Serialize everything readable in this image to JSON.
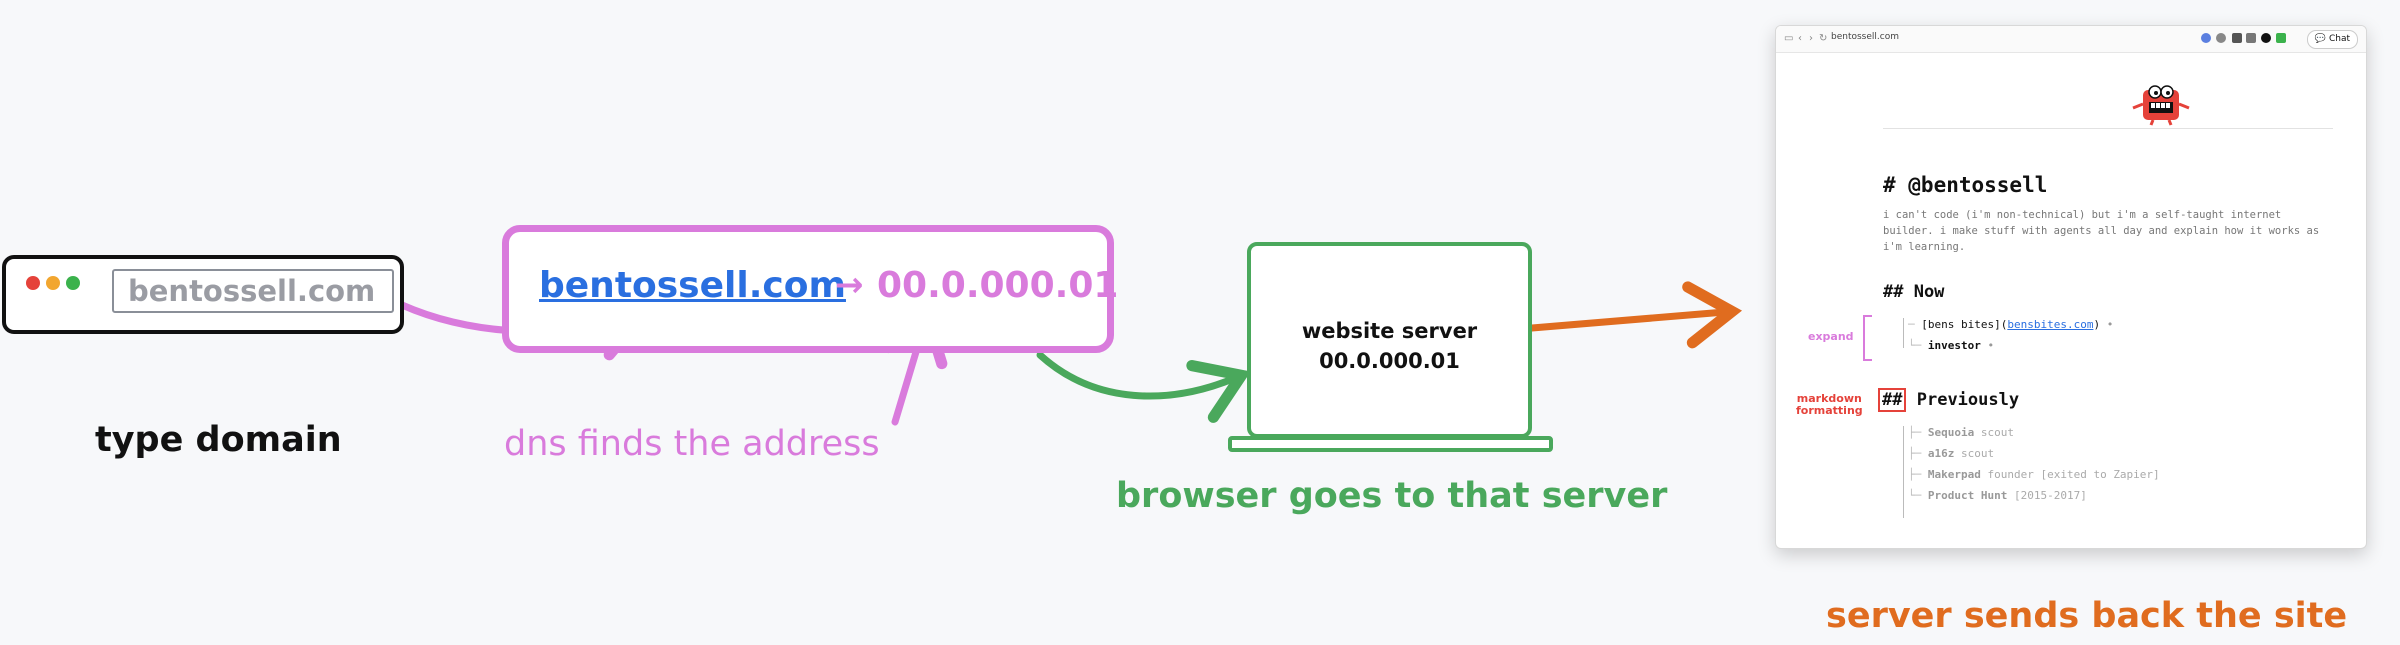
{
  "step1": {
    "url": "bentossell.com",
    "caption": "type domain"
  },
  "step2": {
    "domain": "bentossell.com",
    "arrow": "→",
    "ip": "00.0.000.01",
    "caption": "dns finds the address"
  },
  "step3": {
    "line1": "website server",
    "line2": "00.0.000.01",
    "caption": "browser goes to that server"
  },
  "step4": {
    "caption": "server sends back the site",
    "browser": {
      "url": "bentossell.com",
      "chat": "Chat"
    },
    "heading": "# @bentossell",
    "bio": "i can't code (i'm non-technical) but i'm a self-taught internet builder. i make stuff with agents all day and explain how it works as i'm learning.",
    "now_heading": "## Now",
    "now_items": [
      {
        "prefix": "[bens bites](",
        "link": "bensbites.com",
        "suffix": ")",
        "dot": "•"
      },
      {
        "label": "investor",
        "dot": "•"
      }
    ],
    "prev_heading_marker": "##",
    "prev_heading": "Previously",
    "previous": [
      {
        "name": "Sequoia",
        "role": "scout"
      },
      {
        "name": "a16z",
        "role": "scout"
      },
      {
        "name": "Makerpad",
        "role": "founder [exited to Zapier]"
      },
      {
        "name": "Product Hunt",
        "role": "[2015-2017]"
      }
    ],
    "annotations": {
      "expand": "expand",
      "markdown_1": "markdown",
      "markdown_2": "formatting"
    }
  },
  "colors": {
    "pink": "#d97bdc",
    "green": "#4aa85c",
    "orange": "#e06c1f",
    "link": "#2a6fe0",
    "red": "#e5423a"
  }
}
